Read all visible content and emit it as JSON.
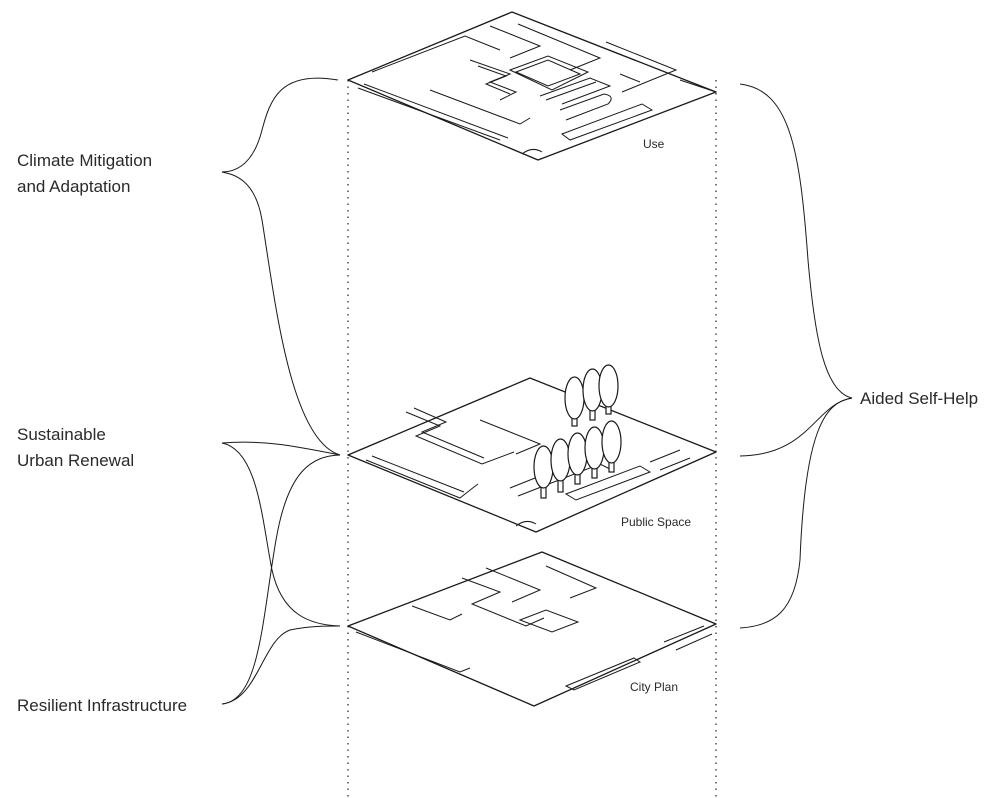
{
  "left_labels": {
    "climate": [
      "Climate Mitigation",
      "and Adaptation"
    ],
    "sustainable": [
      "Sustainable",
      "Urban Renewal"
    ],
    "resilient": "Resilient Infrastructure"
  },
  "right_label": "Aided Self-Help",
  "layers": {
    "use": "Use",
    "public_space": "Public Space",
    "city_plan": "City Plan"
  }
}
